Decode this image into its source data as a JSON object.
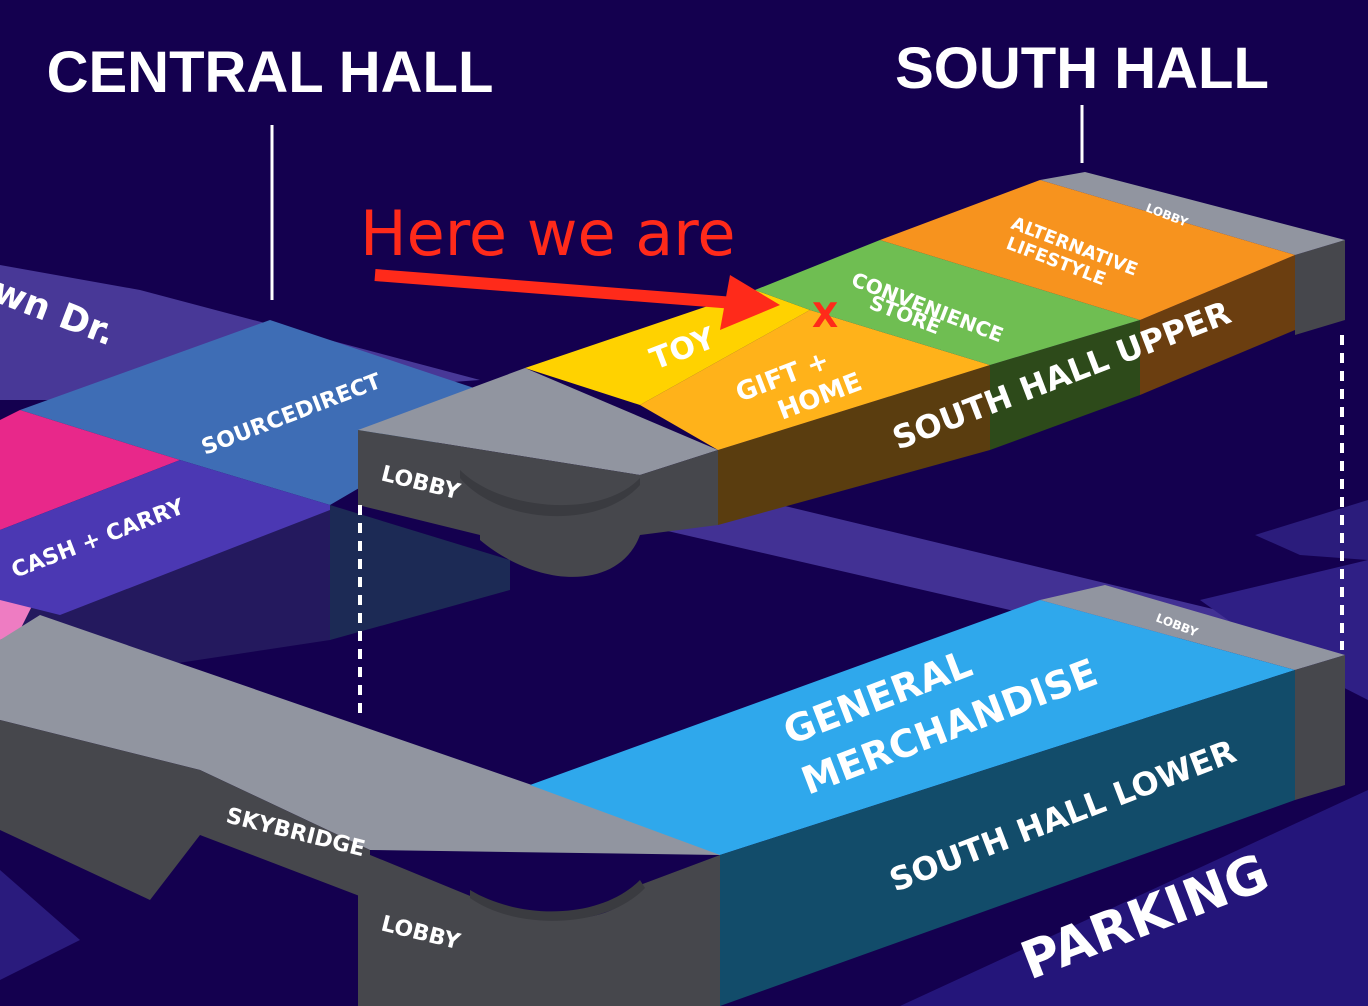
{
  "halls": {
    "central": "CENTRAL HALL",
    "south": "SOUTH HALL"
  },
  "street": "wn Dr.",
  "annotation": {
    "text": "Here we are",
    "marker": "X",
    "color": "#ff2a1a"
  },
  "central_hall": {
    "sourcedirect": "SOURCEDIRECT",
    "cash_carry": "CASH + CARRY",
    "skybridge": "SKYBRIDGE"
  },
  "south_upper": {
    "level": "SOUTH HALL UPPER",
    "lobby_front": "LOBBY",
    "lobby_back": "LOBBY",
    "toy": "TOY",
    "gift_home": [
      "GIFT +",
      "HOME"
    ],
    "convenience": [
      "CONVENIENCE",
      "STORE"
    ],
    "alternative": [
      "ALTERNATIVE",
      "LIFESTYLE"
    ]
  },
  "south_lower": {
    "level": "SOUTH HALL LOWER",
    "lobby_front": "LOBBY",
    "lobby_back": "LOBBY",
    "general": [
      "GENERAL",
      "MERCHANDISE"
    ]
  },
  "parking": "PARKING",
  "colors": {
    "background": "#14004f",
    "toy": "#ffd200",
    "gift_home": "#ffb21a",
    "convenience": "#6fbe52",
    "alternative": "#f7931e",
    "general_merchandise": "#2fa8ec",
    "sourcedirect": "#3e6db5",
    "cash_carry": "#4b38b3",
    "pink_zone": "#e8288a",
    "lobby_top": "#9195a0",
    "lobby_side": "#46474c"
  }
}
